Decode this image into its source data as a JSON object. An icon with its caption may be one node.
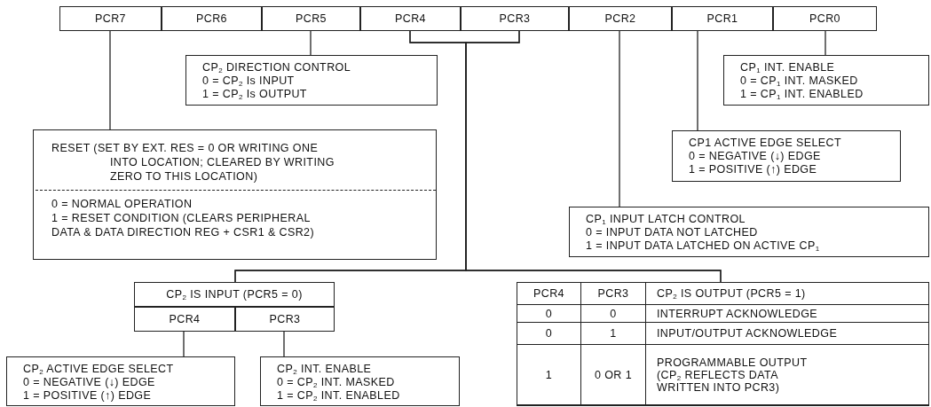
{
  "diagram": {
    "nodes": [
      {
        "text": [
          "PCR7"
        ]
      },
      {
        "text": [
          "PCR6"
        ]
      },
      {
        "text": [
          "PCR5"
        ]
      },
      {
        "text": [
          "PCR4"
        ]
      },
      {
        "text": [
          "PCR3"
        ]
      },
      {
        "text": [
          "PCR2"
        ]
      },
      {
        "text": [
          "PCR1"
        ]
      },
      {
        "text": [
          "PCR0"
        ]
      },
      {
        "text": [
          "CP$_{2}$ DIRECTION CONTROL",
          "0 = CP$_{2}$ Is INPUT",
          "1 = CP$_{2}$ Is OUTPUT"
        ]
      },
      {
        "text": [
          "CP$_{1}$ INT. ENABLE",
          "0 = CP$_{1}$ INT. MASKED",
          "1 = CP$_{1}$ INT. ENABLED"
        ]
      },
      {
        "text": [
          "CP1 ACTIVE EDGE SELECT",
          "0 = NEGATIVE (↓) EDGE",
          "1 = POSITIVE (↑) EDGE"
        ]
      },
      {
        "text": [
          "RESET (SET BY EXT. RES = 0 OR WRITING ONE INTO LOCATION; CLEARED BY WRITING ZERO TO THIS LOCATION)",
          "0 = NORMAL OPERATION",
          "1 = RESET CONDITION (CLEARS PERIPHERAL DATA & DATA DIRECTION REG + CSR1 & CSR2)"
        ]
      },
      {
        "text": [
          "CP$_{1}$ INPUT LATCH CONTROL",
          "0 = INPUT DATA NOT LATCHED",
          "1 = INPUT DATA LATCHED ON ACTIVE CP$_{1}$"
        ]
      },
      {
        "text": [
          "CP$_{2}$ IS INPUT (PCR5 = 0)"
        ]
      },
      {
        "text": [
          "PCR4"
        ]
      },
      {
        "text": [
          "PCR3"
        ]
      },
      {
        "text": [
          "CP$_{2}$ ACTIVE EDGE SELECT",
          "0 = NEGATIVE (↓) EDGE",
          "1 = POSITIVE (↑) EDGE"
        ]
      },
      {
        "text": [
          "CP$_{2}$ INT. ENABLE",
          "0 = CP$_{2}$ INT. MASKED",
          "1 = CP$_{2}$ INT. ENABLED"
        ]
      },
      {
        "text": [
          "PCR4",
          "PCR3",
          "CP$_{2}$ IS OUTPUT (PCR5 = 1)",
          "0",
          "0",
          "INTERRUPT ACKNOWLEDGE",
          "0",
          "1",
          "INPUT/OUTPUT ACKNOWLEDGE",
          "1",
          "0 OR 1",
          "PROGRAMMABLE OUTPUT (CP$_{2}$ REFLECTS DATA WRITTEN INTO PCR3)"
        ]
      }
    ],
    "edges": [
      {
        "from": 0,
        "to": 11,
        "arrow": "none"
      },
      {
        "from": 2,
        "to": 8,
        "arrow": "none"
      },
      {
        "from": 7,
        "to": 9,
        "arrow": "none"
      },
      {
        "from": 6,
        "to": 10,
        "arrow": "none"
      },
      {
        "from": 5,
        "to": 12,
        "arrow": "none"
      },
      {
        "from": 3,
        "to": 13,
        "arrow": "none"
      },
      {
        "from": 4,
        "to": 13,
        "arrow": "none"
      },
      {
        "from": 3,
        "to": 18,
        "arrow": "none"
      },
      {
        "from": 4,
        "to": 18,
        "arrow": "none"
      },
      {
        "from": 14,
        "to": 16,
        "arrow": "none"
      },
      {
        "from": 15,
        "to": 17,
        "arrow": "none"
      }
    ]
  }
}
